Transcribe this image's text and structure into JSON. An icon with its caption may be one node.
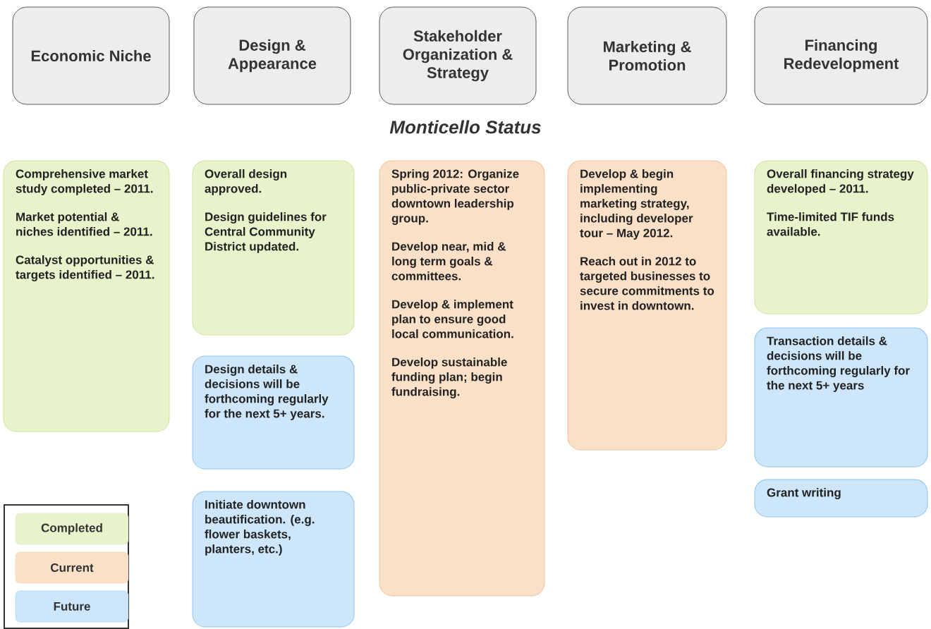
{
  "diagram": {
    "title": "Monticello Status",
    "nodes": [
      {
        "text": [
          "Economic Niche"
        ]
      },
      {
        "text": [
          "Design & Appearance"
        ]
      },
      {
        "text": [
          "Stakeholder Organization & Strategy"
        ]
      },
      {
        "text": [
          "Marketing & Promotion"
        ]
      },
      {
        "text": [
          "Financing Redevelopment"
        ]
      },
      {
        "text": [
          "Comprehensive market study completed – 2011.",
          "Market potential & niches identified – 2011.",
          "Catalyst opportunities & targets identified – 2011."
        ]
      },
      {
        "text": [
          "Overall design approved.",
          "Design guidelines for Central Community District updated."
        ]
      },
      {
        "text": [
          "Design details & decisions will be forthcoming regularly for the next 5+ years."
        ]
      },
      {
        "text": [
          "Initiate downtown beautification. (e.g. flower baskets, planters, etc.)"
        ]
      },
      {
        "text": [
          "Spring 2012: Organize public-private sector downtown leadership group.",
          "Develop near, mid & long term goals & committees.",
          "Develop & implement plan to ensure good local communication.",
          "Develop sustainable funding plan; begin fundraising."
        ]
      },
      {
        "text": [
          "Develop & begin implementing marketing strategy, including developer tour – May 2012.",
          "Reach out in 2012 to targeted businesses to secure commitments to invest in downtown."
        ]
      },
      {
        "text": [
          "Overall financing strategy developed – 2011.",
          "Time-limited TIF funds available."
        ]
      },
      {
        "text": [
          "Transaction details & decisions will be forthcoming regularly for the next 5+ years"
        ]
      },
      {
        "text": [
          "Grant writing"
        ]
      }
    ],
    "legend": [
      {
        "text": "Completed",
        "color": "#e8f3cc"
      },
      {
        "text": "Current",
        "color": "#fbe0c8"
      },
      {
        "text": "Future",
        "color": "#cde6fa"
      }
    ]
  }
}
